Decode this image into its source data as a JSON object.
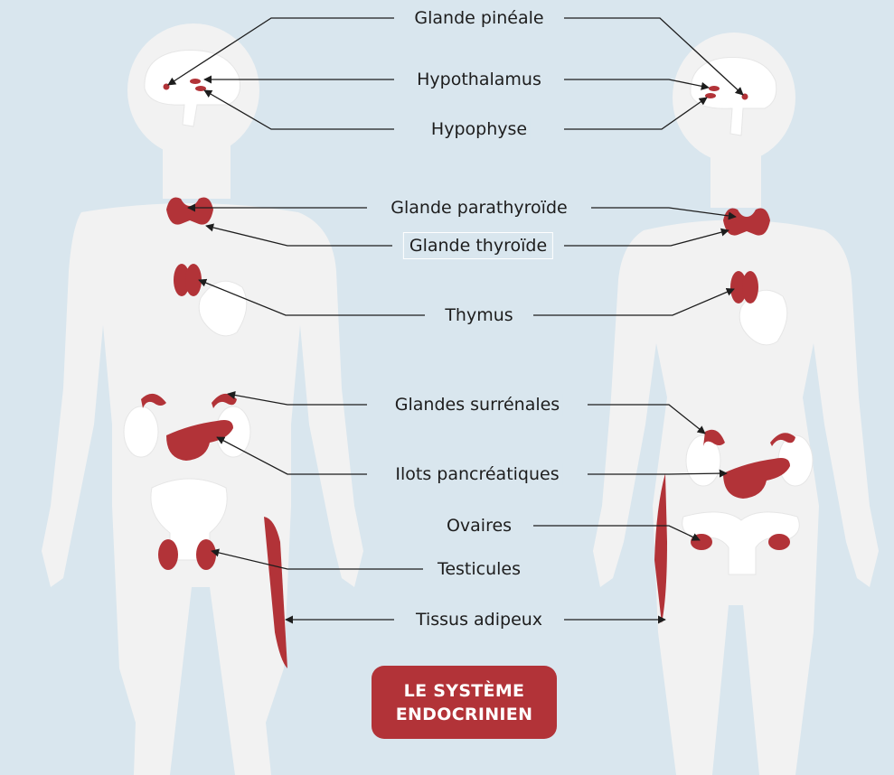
{
  "colors": {
    "background": "#d9e6ee",
    "body": "#f2f2f2",
    "organ": "#b23338",
    "line": "#1d1d1d",
    "title_bg": "#b23338",
    "title_text": "#ffffff"
  },
  "labels": {
    "pineal": "Glande pinéale",
    "hypothalamus": "Hypothalamus",
    "hypophyse": "Hypophyse",
    "parathyroid": "Glande parathyroïde",
    "thyroid": "Glande thyroïde",
    "thymus": "Thymus",
    "adrenal": "Glandes surrénales",
    "pancreas": "Ilots pancréatiques",
    "ovaries": "Ovaires",
    "testicles": "Testicules",
    "adipose": "Tissus adipeux"
  },
  "title": {
    "line1": "LE SYSTÈME",
    "line2": "ENDOCRINIEN"
  }
}
